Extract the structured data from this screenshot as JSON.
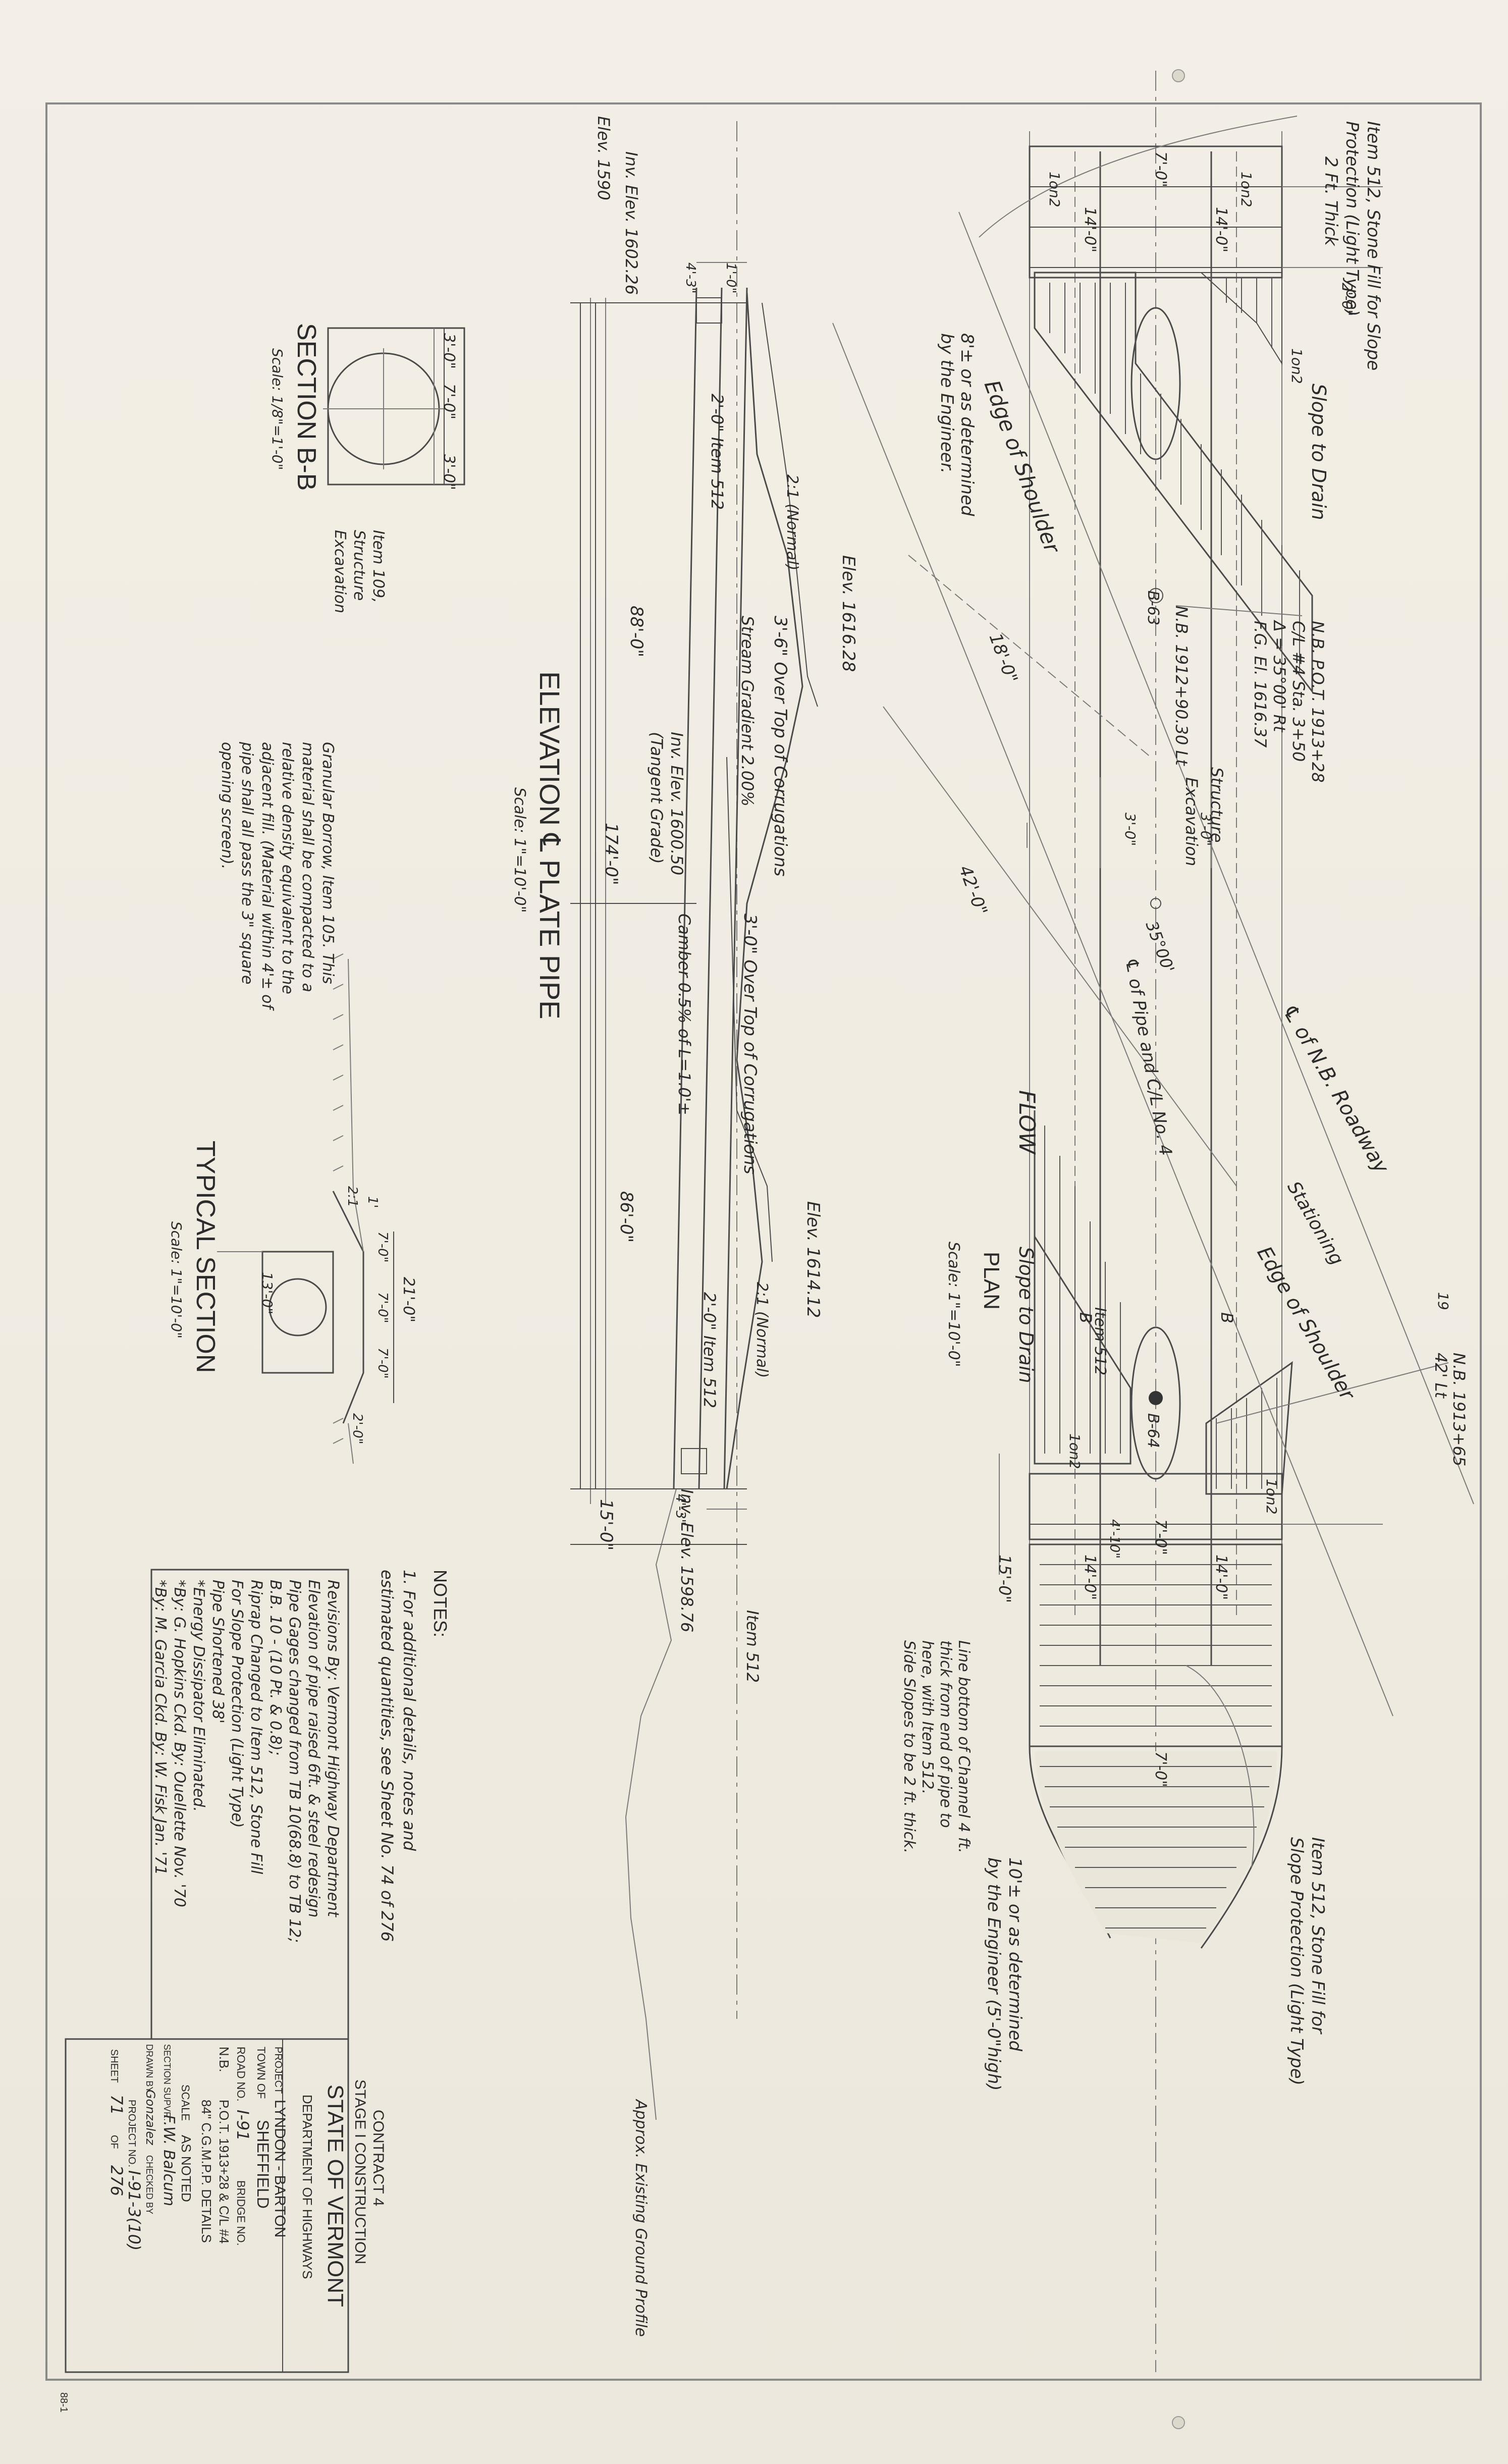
{
  "plan": {
    "title": "PLAN",
    "scale": "Scale: 1\"=10'-0\"",
    "item512_top": [
      "Item 512, Stone Fill for Slope",
      "Protection (Light Type)",
      "2 Ft. Thick"
    ],
    "item512_bottom": [
      "Item 512, Stone Fill for",
      "Slope Protection (Light Type)"
    ],
    "determined_top": [
      "8'± or as determined",
      "by the Engineer."
    ],
    "determined_bottom": [
      "10'± or as determined",
      "by the Engineer (5'-0\"high)"
    ],
    "slope_to_drain": "Slope to Drain",
    "edge_of_shoulder": "Edge of Shoulder",
    "centerline_roadway": "℄ of N.B. Roadway",
    "stationing": "Stationing",
    "centerline_pipe": "℄ of Pipe and C/L No. 4",
    "flow": "FLOW",
    "structure_excavation": [
      "Structure",
      "Excavation"
    ],
    "nb_pot_block": [
      "N.B. P.O.T. 1913+28",
      "C/L #4 Sta. 3+50",
      "Δ = 35°00' Rt",
      "F.G. El. 1616.37"
    ],
    "nb_point_1": "N.B. 1912+90.30 Lt",
    "nb_point_2": [
      "N.B. 1913+65",
      "42' Lt"
    ],
    "item_512": "Item 512",
    "dim_14_0": "14'-0\"",
    "dim_7_0": "7'-0\"",
    "dim_4_10": "4'-10\"",
    "dim_1on2": "1on2",
    "dim_15_0": "15'-0\"",
    "dim_18_0": "18'-0\"",
    "dim_42_0": "42'-0\"",
    "dim_3_0": "3'-0\"",
    "dim_2_0": "2'-0\"",
    "angle": "35°00'",
    "section_marker": "B",
    "bench_1": "B-63",
    "bench_2": "B-64",
    "channel_note": [
      "Line bottom of Channel 4 ft.",
      "thick from end of pipe to",
      "here, with Item 512.",
      "Side Slopes to be 2 ft. thick."
    ],
    "number_19": "19"
  },
  "elevation": {
    "title": "ELEVATION ℄ PLATE PIPE",
    "scale": "Scale: 1\"=10'-0\"",
    "elev_left": "Elev. 1616.28",
    "elev_right": "Elev. 1614.12",
    "over_top_1": "3'-6\" Over Top of Corrugations",
    "over_top_2": "3'-0\" Over Top of Corrugations",
    "stream_gradient": "Stream Gradient 2.00%",
    "inv_elev_top": "Inv. Elev. 1602.26",
    "inv_elev_center": [
      "Inv. Elev. 1600.50",
      "(Tangent Grade)"
    ],
    "inv_elev_bottom": "Inv. Elev. 1598.76",
    "elev_1590": "Elev. 1590",
    "camber": "Camber 0.5% of L=1.0'±",
    "item_512_1": "2'-0\" Item 512",
    "item_512_2": "2'-0\" Item 512",
    "normal": "2:1 (Normal)",
    "dim_88": "88'-0\"",
    "dim_86": "86'-0\"",
    "dim_174": "174'-0\"",
    "dim_15": "15'-0\"",
    "dim_1_0": "1'-0\"",
    "dim_3_6": "4'-3\"",
    "item_52": "Item 512",
    "ground_profile": "Approx. Existing Ground Profile"
  },
  "section_bb": {
    "title": "SECTION B-B",
    "scale": "Scale: 1/8\"=1'-0\"",
    "item_label": [
      "Item 109,",
      "Structure",
      "Excavation"
    ],
    "dim_3_0": "3'-0\"",
    "dim_7_0": "7'-0\""
  },
  "typical_section": {
    "title": "TYPICAL SECTION",
    "scale": "Scale: 1\"=10'-0\"",
    "granular_note": [
      "Granular Borrow, Item 105. This",
      "material shall be compacted to a",
      "relative density equivalent to the",
      "adjacent fill. (Material within 4'± of",
      "pipe shall all pass the 3\" square",
      "opening screen)."
    ],
    "dim_21_0": "21'-0\"",
    "dim_7_0": "7'-0\"",
    "dim_13_0": "13'-0\"",
    "dim_2_0": "2'-0\"",
    "dim_1": "1'",
    "slope": "2:1"
  },
  "notes": {
    "heading": "NOTES:",
    "lines": [
      "1. For additional details, notes and",
      "estimated quantities, see Sheet No. 74 of 276"
    ]
  },
  "revisions": {
    "lines": [
      "Revisions By: Vermont Highway Department",
      "Elevation of pipe raised 6ft. & steel redesign",
      "Pipe Gages changed from TB 10(68.8) to TB 12;",
      "B.B. 10 - (10 Pt. & 0.8);",
      "Riprap Changed to Item 512, Stone Fill",
      "For Slope Protection (Light Type)",
      "Pipe Shortened 38'",
      "*Energy Dissipator Eliminated.",
      "*By: G. Hopkins     Ckd. By: Ouellette  Nov. '70",
      "*By: M. Garcia      Ckd. By: W. Fisk  Jan. '71"
    ]
  },
  "title_block": {
    "contract": [
      "CONTRACT 4",
      "STAGE I CONSTRUCTION"
    ],
    "state": "STATE OF VERMONT",
    "department": "DEPARTMENT OF HIGHWAYS",
    "project_label": "PROJECT",
    "project": "LYNDON - BARTON",
    "town_label": "TOWN OF",
    "town": "SHEFFIELD",
    "road_label": "ROAD NO.",
    "road": "I-91",
    "bridge_label": "BRIDGE NO.",
    "nb": "N.B.",
    "pot": "P.O.T. 1913+28 & C/L #4",
    "detail": "84\" C.G.M.P.P. DETAILS",
    "scale_label": "SCALE",
    "scale": "AS NOTED",
    "section_supvr_label": "SECTION SUPVR.",
    "section_supvr": "F.W. Balcum",
    "drawn_label": "DRAWN BY",
    "drawn": "Gonzalez",
    "checked_label": "CHECKED BY",
    "checked": "",
    "project_no_label": "PROJECT NO.",
    "project_no": "I-91-3(10)",
    "sheet_label": "SHEET",
    "sheet": "71",
    "of_label": "OF",
    "of": "276"
  },
  "sheet_mark": "88-1"
}
